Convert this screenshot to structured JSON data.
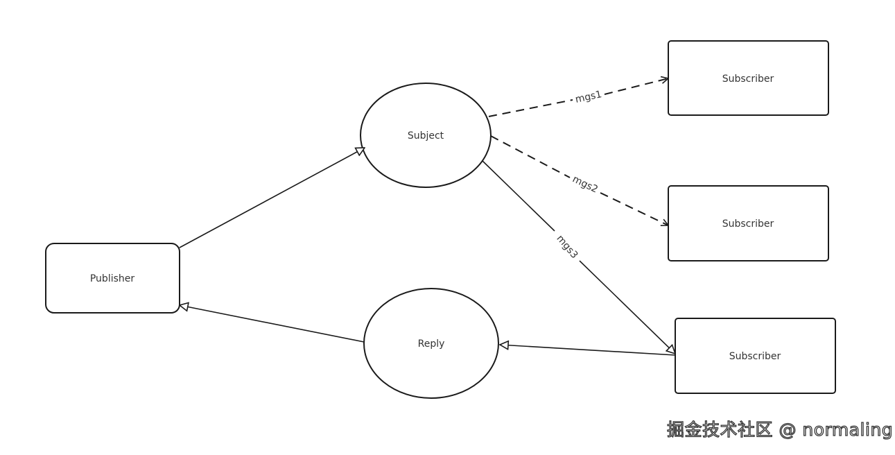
{
  "nodes": {
    "publisher": {
      "label": "Publisher"
    },
    "subject": {
      "label": "Subject"
    },
    "reply": {
      "label": "Reply"
    },
    "subscriber1": {
      "label": "Subscriber"
    },
    "subscriber2": {
      "label": "Subscriber"
    },
    "subscriber3": {
      "label": "Subscriber"
    }
  },
  "edges": {
    "msg1": {
      "label": "mgs1",
      "style": "dashed"
    },
    "msg2": {
      "label": "mgs2",
      "style": "dashed"
    },
    "msg3": {
      "label": "mgs3",
      "style": "solid"
    }
  },
  "watermark": "掘金技术社区 @ normaling",
  "colors": {
    "stroke": "#1a1a1a",
    "text": "#333333",
    "background": "#ffffff"
  }
}
